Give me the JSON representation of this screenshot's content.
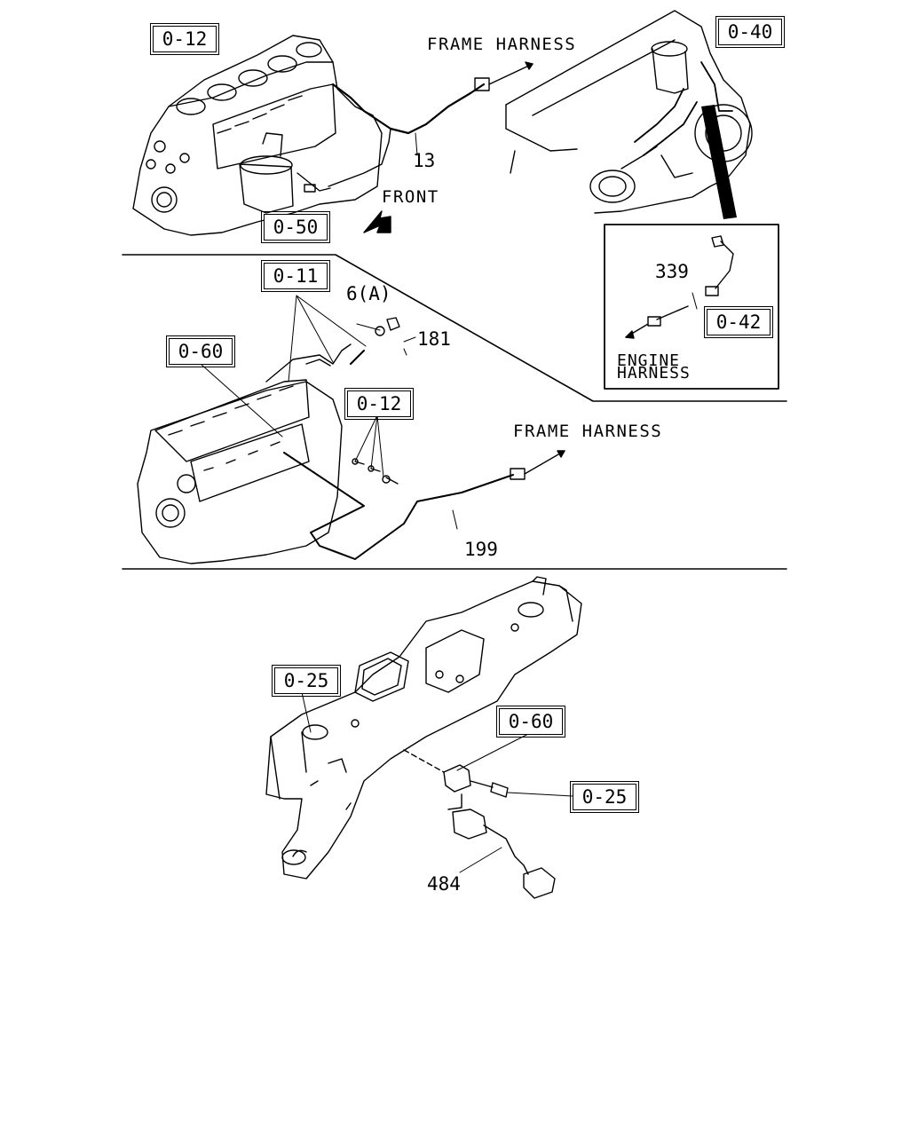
{
  "colors": {
    "ink": "#000000",
    "paper": "#ffffff"
  },
  "section1": {
    "ref_engine_block": "0-12",
    "ref_sensor": "0-40",
    "ref_oil_filter": "0-50",
    "frame_harness": "FRAME HARNESS",
    "front": "FRONT",
    "part_harness": "13",
    "inset": {
      "part_number": "339",
      "ref": "0-42",
      "engine_harness_line1": "ENGINE",
      "engine_harness_line2": "HARNESS"
    }
  },
  "section2": {
    "ref_top": "0-11",
    "ref_left": "0-60",
    "ref_sensors": "0-12",
    "part_nut": "6(A)",
    "part_181": "181",
    "frame_harness": "FRAME HARNESS",
    "part_199": "199"
  },
  "section3": {
    "ref_manifold": "0-25",
    "ref_sensor": "0-60",
    "ref_bolt": "0-25",
    "part_484": "484"
  }
}
